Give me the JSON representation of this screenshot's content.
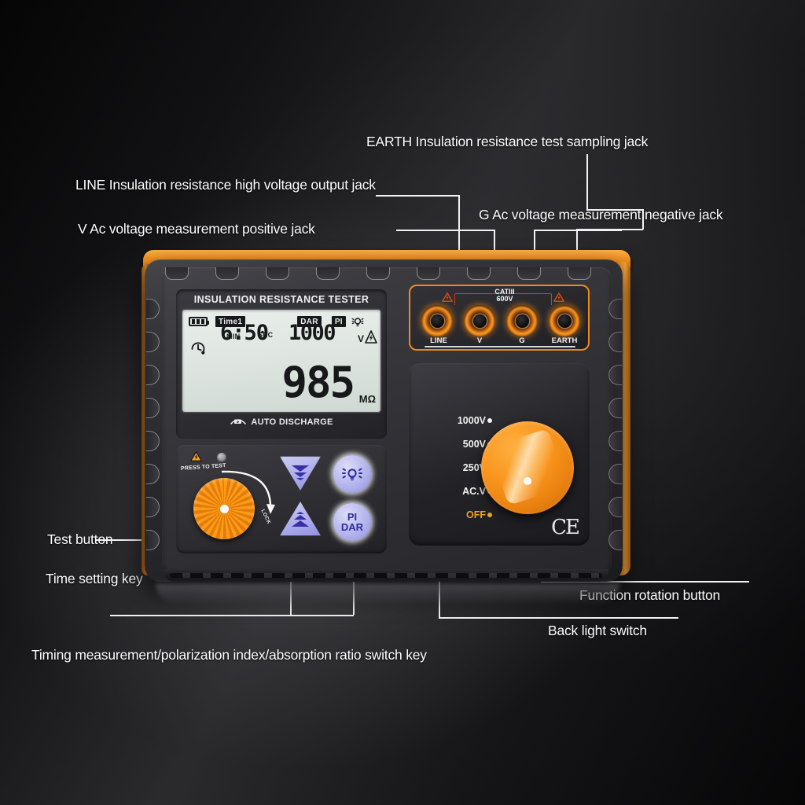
{
  "annotations": {
    "earth_jack": "EARTH Insulation resistance test sampling jack",
    "line_jack": "LINE Insulation resistance high voltage output jack",
    "v_jack": "V Ac voltage measurement positive jack",
    "g_jack": "G Ac voltage measurement negative jack",
    "test_button": "Test button",
    "time_setting": "Time setting key",
    "function_rotation": "Function rotation button",
    "back_light": "Back light switch",
    "pi_dar_switch": "Timing measurement/polarization index/absorption ratio switch key"
  },
  "device": {
    "brand_text": "INSULATION RESISTANCE  TESTER",
    "auto_discharge": "AUTO DISCHARGE"
  },
  "lcd": {
    "battery_icon": "battery-full-icon",
    "time_tag": "Time1",
    "dar_tag": "DAR",
    "pi_tag": "PI",
    "backlight_icon": "bulb-icon",
    "min_label": "MIN",
    "sec_label": "SEC",
    "timer_value": "6:50",
    "voltage_value": "1000",
    "voltage_unit": "V",
    "main_value": "985",
    "main_unit": "MΩ",
    "clock_icon": "timer-icon",
    "hv_icon": "high-voltage-icon"
  },
  "jacks": {
    "cat_rating_line1": "CATIII",
    "cat_rating_line2": "600V",
    "items": [
      {
        "label": "LINE",
        "warning": true
      },
      {
        "label": "V",
        "warning": false
      },
      {
        "label": "G",
        "warning": false
      },
      {
        "label": "EARTH",
        "warning": true
      }
    ]
  },
  "rotary": {
    "positions": [
      {
        "label": "1000V",
        "off": false
      },
      {
        "label": "500V",
        "off": false
      },
      {
        "label": "250V",
        "off": false
      },
      {
        "label": "AC.V",
        "off": false
      },
      {
        "label": "OFF",
        "off": true
      }
    ],
    "ce_mark": "CE"
  },
  "buttons": {
    "press_to_test": "PRESS TO TEST",
    "lock_label": "LOCK",
    "down_button": "down-arrow-button",
    "up_button": "up-arrow-button",
    "backlight_button": "backlight-bulb-button",
    "pi_dar_line1": "PI",
    "pi_dar_line2": "DAR"
  },
  "colors": {
    "accent_orange": "#f2941f",
    "button_blue": "#9191e2",
    "lcd_bg": "#e0e7e2",
    "warning_red": "#d83a20"
  }
}
